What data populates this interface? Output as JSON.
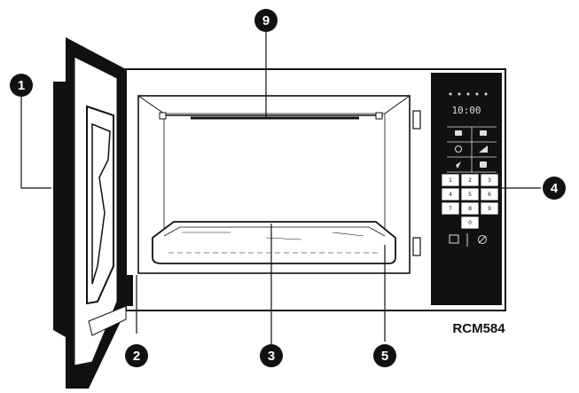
{
  "model": "RCM584",
  "callouts": [
    "1",
    "2",
    "3",
    "4",
    "5",
    "9"
  ],
  "display": "10:00",
  "keypad": [
    "1",
    "2",
    "3",
    "4",
    "5",
    "6",
    "7",
    "8",
    "9",
    "0"
  ],
  "colors": {
    "ink": "#111111",
    "paper": "#ffffff"
  }
}
